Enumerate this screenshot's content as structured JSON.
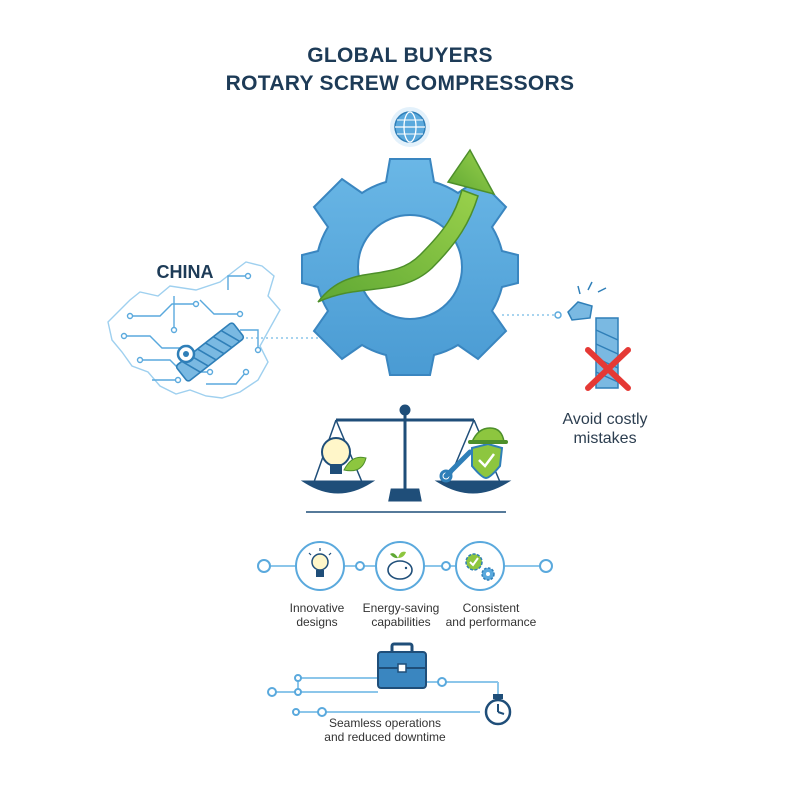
{
  "title": {
    "line1": "GLOBAL BUYERS",
    "line2": "ROTARY SCREW COMPRESSORS"
  },
  "labels": {
    "china": "CHINA",
    "mistakes_line1": "Avoid costly",
    "mistakes_line2": "mistakes"
  },
  "features": [
    {
      "line1": "Innovative",
      "line2": "designs",
      "icon": "lightbulb-icon"
    },
    {
      "line1": "Energy-saving",
      "line2": "capabilities",
      "icon": "piggy-bank-icon"
    },
    {
      "line1": "Consistent",
      "line2": "and performance",
      "icon": "gears-check-icon"
    }
  ],
  "bottom": {
    "line1": "Seamless operations",
    "line2": "and reduced downtime",
    "icons": [
      "toolbox-icon",
      "stopwatch-icon"
    ]
  },
  "icons": [
    "globe-icon",
    "gear-icon",
    "growth-arrow-icon",
    "china-map-icon",
    "screw-rotor-icon",
    "broken-rotor-icon",
    "red-x-icon",
    "balance-scale-icon",
    "lightbulb-leaf-icon",
    "wrench-shield-icon",
    "hard-hat-icon"
  ],
  "colors": {
    "title": "#1d3b57",
    "gear": "#5aa9dd",
    "gear_outline": "#3a86c0",
    "arrow": "#8dc63f",
    "line": "#8cc6ea",
    "scale": "#1f4e79",
    "red_x": "#e53935"
  }
}
